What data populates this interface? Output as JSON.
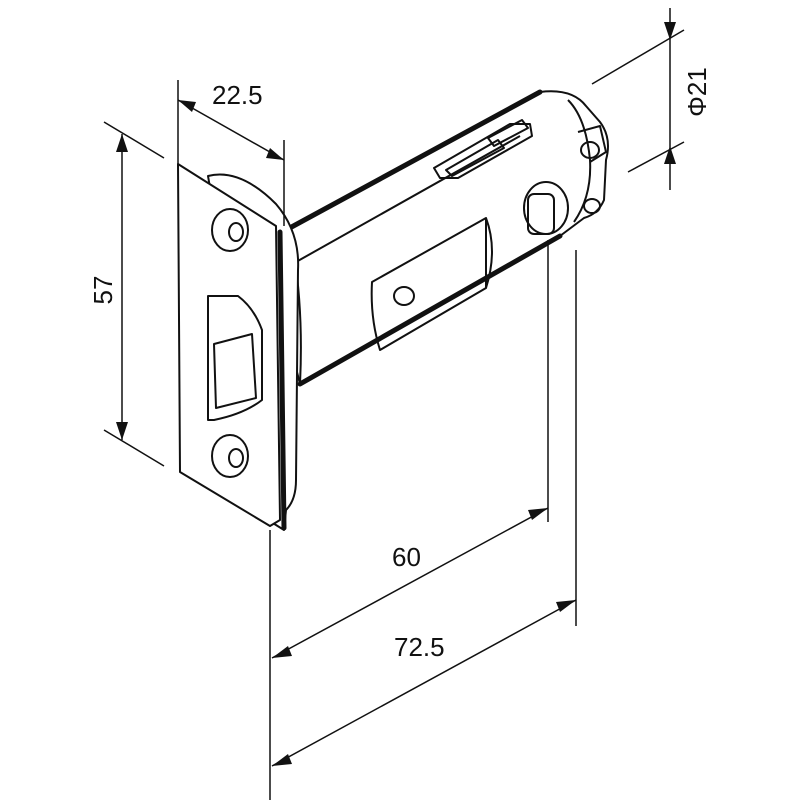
{
  "diagram": {
    "dimensions": {
      "faceplate_width": "22.5",
      "faceplate_height": "57",
      "body_diameter": "Φ21",
      "backset": "60",
      "overall_length": "72.5"
    }
  }
}
